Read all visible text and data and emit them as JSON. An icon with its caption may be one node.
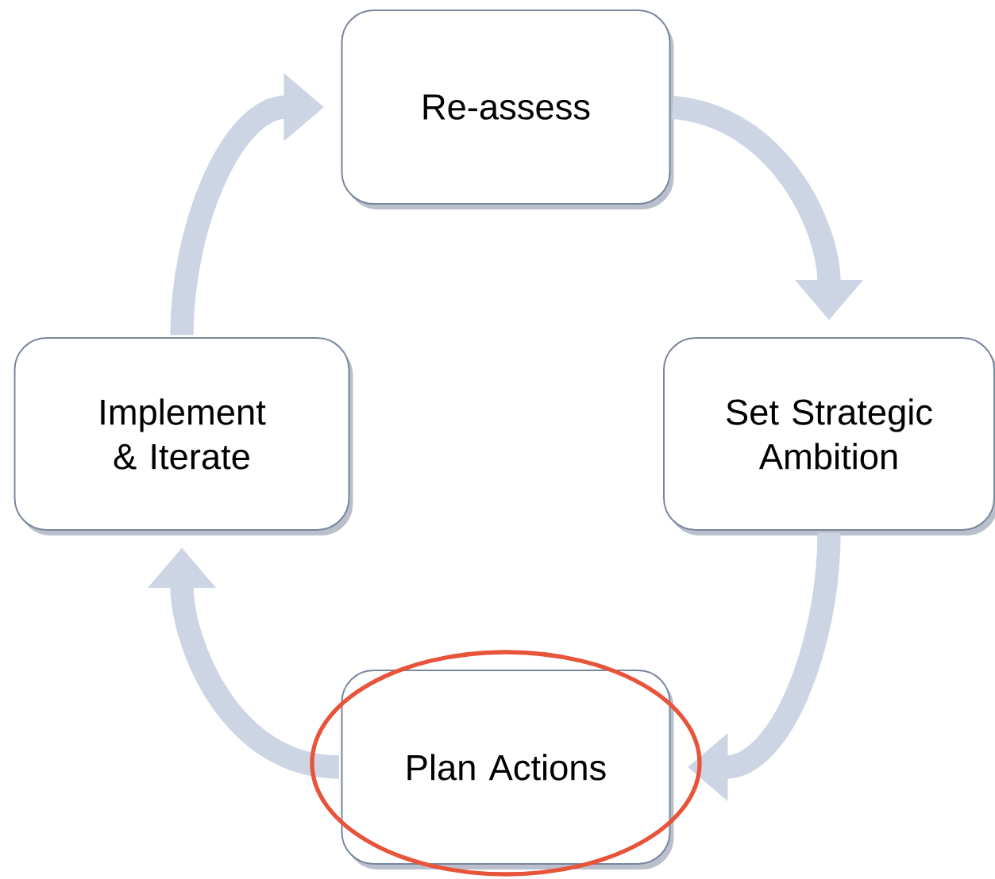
{
  "diagram": {
    "nodes": [
      {
        "text": [
          "Re-assess"
        ]
      },
      {
        "text": [
          "Set Strategic Ambition"
        ]
      },
      {
        "text": [
          "Plan Actions"
        ]
      },
      {
        "text": [
          "Implement & Iterate"
        ]
      }
    ],
    "edges": [
      {
        "from": 0,
        "to": 1,
        "arrow": "to"
      },
      {
        "from": 1,
        "to": 2,
        "arrow": "to"
      },
      {
        "from": 2,
        "to": 3,
        "arrow": "to"
      },
      {
        "from": 3,
        "to": 0,
        "arrow": "to"
      }
    ]
  }
}
